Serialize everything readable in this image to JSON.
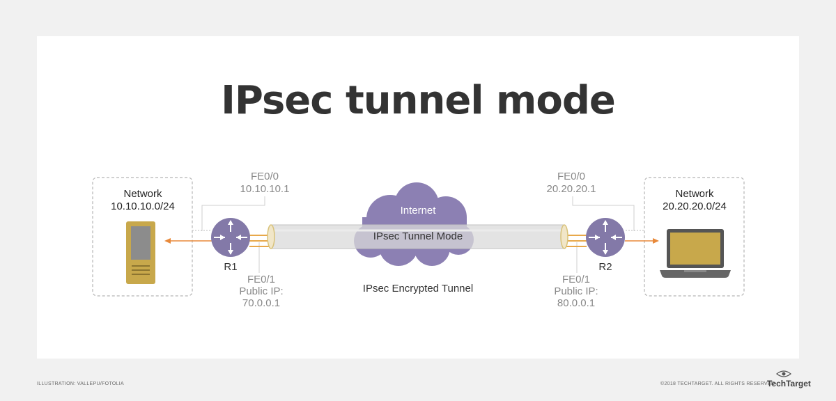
{
  "title": "IPsec tunnel mode",
  "left": {
    "network_label": "Network",
    "network_addr": "10.10.10.0/24",
    "fe00_label": "FE0/0",
    "fe00_ip": "10.10.10.1",
    "router": "R1",
    "fe01_label": "FE0/1",
    "public_ip_label": "Public IP:",
    "public_ip": "70.0.0.1"
  },
  "right": {
    "network_label": "Network",
    "network_addr": "20.20.20.0/24",
    "fe00_label": "FE0/0",
    "fe00_ip": "20.20.20.1",
    "router": "R2",
    "fe01_label": "FE0/1",
    "public_ip_label": "Public IP:",
    "public_ip": "80.0.0.1"
  },
  "cloud_label": "Internet",
  "tunnel_label": "IPsec Tunnel Mode",
  "tunnel_caption": "IPsec Encrypted Tunnel",
  "footer": {
    "left": "Illustration: VallepU/Fotolia",
    "right": "©2018 TechTarget. All rights reserved",
    "brand": "TechTarget"
  },
  "colors": {
    "router": "#8379a8",
    "cloud": "#8c80b3",
    "arrow": "#e8893a",
    "device": "#c8a84b",
    "tunnel": "#d9d9d9"
  }
}
